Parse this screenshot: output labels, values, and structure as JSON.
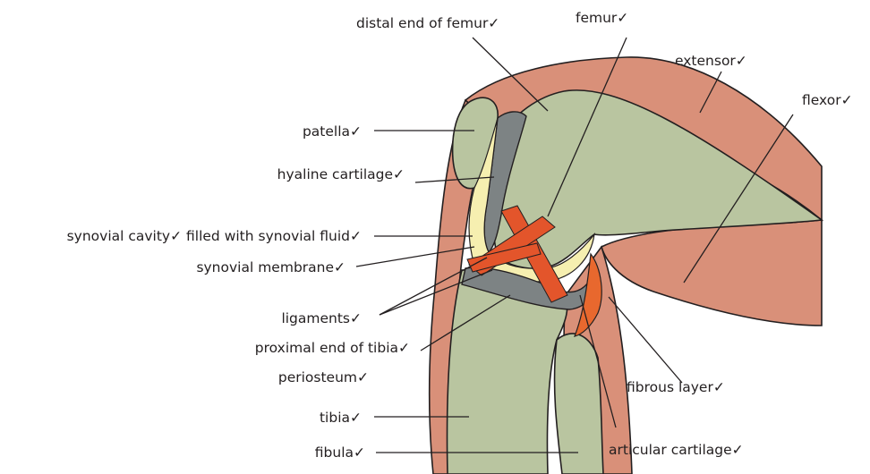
{
  "labels": {
    "distal_end_of_femur": "distal end of femur✓",
    "femur": "femur✓",
    "extensor": "extensor✓",
    "flexor": "flexor✓",
    "patella": "patella✓",
    "hyaline_cartilage": "hyaline cartilage✓",
    "synovial_cavity": "synovial cavity✓ filled with synovial fluid✓",
    "synovial_membrane": "synovial membrane✓",
    "ligaments": "ligaments✓",
    "proximal_end_of_tibia": "proximal end of tibia✓",
    "periosteum": "periosteum✓",
    "tibia": "tibia✓",
    "fibula": "fibula✓",
    "fibrous_layer": "fibrous layer✓",
    "articular_cartilage": "articular cartilage✓"
  },
  "colors": {
    "muscle": "#d99079",
    "bone": "#b9c5a0",
    "cartilage": "#7d8384",
    "synovial_fluid": "#f6efb0",
    "ligament": "#e3552b",
    "fibrous_layer": "#e8682e",
    "line": "#231f20"
  }
}
